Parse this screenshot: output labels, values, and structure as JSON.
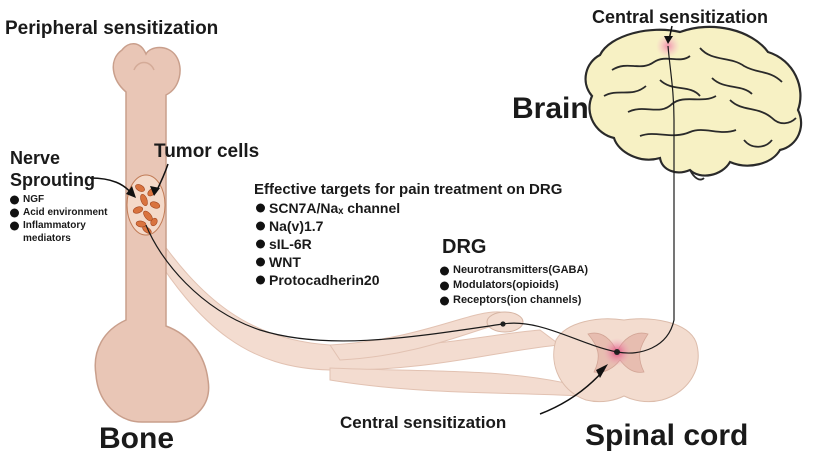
{
  "labels": {
    "peripheral": "Peripheral sensitization",
    "central_top": "Central sensitization",
    "central_bottom": "Central sensitization",
    "brain": "Brain",
    "bone": "Bone",
    "spinal_cord": "Spinal cord",
    "tumor_cells": "Tumor cells",
    "nerve": "Nerve",
    "sprouting": "Sprouting",
    "drg": "DRG",
    "targets_title": "Effective targets for pain treatment on DRG"
  },
  "nerve_factors": [
    "NGF",
    "Acid environment",
    "Inflammatory",
    "mediators"
  ],
  "targets": [
    "SCN7A/Naₓ channel",
    "Na(v)1.7",
    "sIL-6R",
    "WNT",
    "Protocadherin20"
  ],
  "drg_factors": [
    "Neurotransmitters(GABA)",
    "Modulators(opioids)",
    "Receptors(ion channels)"
  ],
  "colors": {
    "bone": "#e9c6b6",
    "bone_outline": "#c99f8c",
    "nerve_fiber": "#f1d6c8",
    "brain": "#f7f1c4",
    "brain_outline": "#2a2a2a",
    "tumor": "#d9733f",
    "spinal_gray": "#e7bdb0",
    "hotspot": "#f5a9c4"
  }
}
